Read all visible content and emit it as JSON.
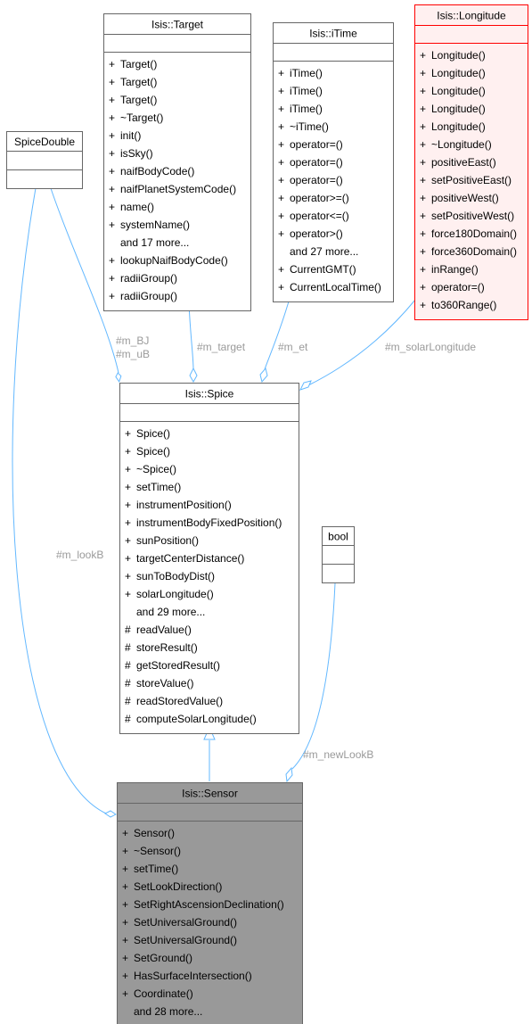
{
  "classes": {
    "spicedouble": {
      "name": "SpiceDouble",
      "members": []
    },
    "target": {
      "name": "Isis::Target",
      "members": [
        "+ Target()",
        "+ Target()",
        "+ Target()",
        "+ ~Target()",
        "+ init()",
        "+ isSky()",
        "+ naifBodyCode()",
        "+ naifPlanetSystemCode()",
        "+ name()",
        "+ systemName()",
        "and 17 more...",
        "+ lookupNaifBodyCode()",
        "+ radiiGroup()",
        "+ radiiGroup()"
      ]
    },
    "itime": {
      "name": "Isis::iTime",
      "members": [
        "+ iTime()",
        "+ iTime()",
        "+ iTime()",
        "+ ~iTime()",
        "+ operator=()",
        "+ operator=()",
        "+ operator=()",
        "+ operator>=()",
        "+ operator<=()",
        "+ operator>()",
        "and 27 more...",
        "+ CurrentGMT()",
        "+ CurrentLocalTime()"
      ]
    },
    "longitude": {
      "name": "Isis::Longitude",
      "members": [
        "+ Longitude()",
        "+ Longitude()",
        "+ Longitude()",
        "+ Longitude()",
        "+ Longitude()",
        "+ ~Longitude()",
        "+ positiveEast()",
        "+ setPositiveEast()",
        "+ positiveWest()",
        "+ setPositiveWest()",
        "+ force180Domain()",
        "+ force360Domain()",
        "+ inRange()",
        "+ operator=()",
        "+ to360Range()"
      ]
    },
    "spice": {
      "name": "Isis::Spice",
      "members": [
        "+ Spice()",
        "+ Spice()",
        "+ ~Spice()",
        "+ setTime()",
        "+ instrumentPosition()",
        "+ instrumentBodyFixedPosition()",
        "+ sunPosition()",
        "+ targetCenterDistance()",
        "+ sunToBodyDist()",
        "+ solarLongitude()",
        "and 29 more...",
        "# readValue()",
        "# storeResult()",
        "# getStoredResult()",
        "# storeValue()",
        "# readStoredValue()",
        "# computeSolarLongitude()"
      ]
    },
    "bool": {
      "name": "bool",
      "members": []
    },
    "sensor": {
      "name": "Isis::Sensor",
      "members": [
        "+ Sensor()",
        "+ ~Sensor()",
        "+ setTime()",
        "+ SetLookDirection()",
        "+ SetRightAscensionDeclination()",
        "+ SetUniversalGround()",
        "+ SetUniversalGround()",
        "+ SetGround()",
        "+ HasSurfaceIntersection()",
        "+ Coordinate()",
        "and 28 more..."
      ]
    }
  },
  "edge_labels": {
    "m_bj": "#m_BJ",
    "m_ub": "#m_uB",
    "m_target": "#m_target",
    "m_et": "#m_et",
    "m_solarlongitude": "#m_solarLongitude",
    "m_lookb": "#m_lookB",
    "m_newlookb": "#m_newLookB"
  },
  "colors": {
    "edge": "#63b8ff",
    "box_border": "#666666",
    "highlight_border": "#ff0000",
    "highlight_fill": "#fff0f0",
    "current_fill": "#999999",
    "label": "#9a9a9a"
  }
}
